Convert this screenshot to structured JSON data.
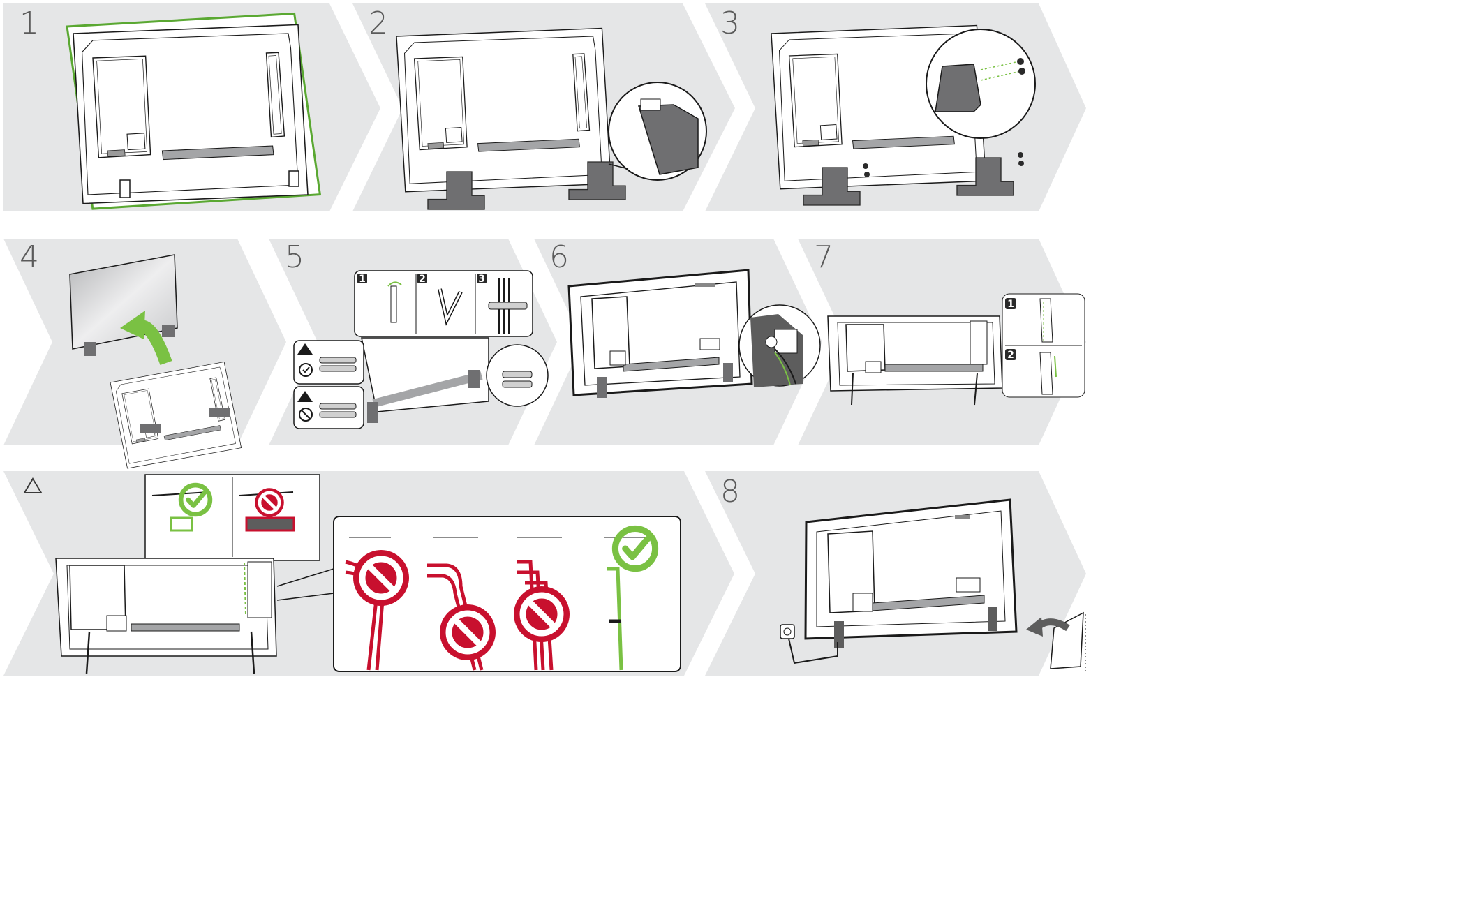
{
  "steps": [
    {
      "label": "1"
    },
    {
      "label": "2"
    },
    {
      "label": "3"
    },
    {
      "label": "4"
    },
    {
      "label": "5"
    },
    {
      "label": "6"
    },
    {
      "label": "7"
    },
    {
      "label": "8"
    }
  ],
  "warning_step": {
    "label": "⚠"
  },
  "sub_labels": {
    "s5_a": "1",
    "s5_b": "2",
    "s5_c": "3",
    "s7_a": "1",
    "s7_b": "2"
  },
  "colors": {
    "panel_bg": "#e5e6e7",
    "green": "#7ac143",
    "red": "#c8102e",
    "dark_grey": "#5d5d5d",
    "line": "#1a1a1a"
  },
  "icons": [
    "warning-icon",
    "check-icon",
    "prohibited-icon",
    "usb-icon",
    "power-outlet-icon",
    "page-curl-icon",
    "arrow-icon"
  ]
}
